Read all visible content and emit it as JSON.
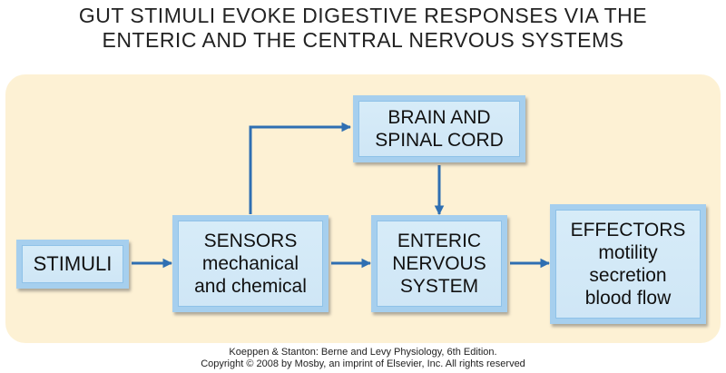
{
  "title": {
    "line1": "GUT STIMULI EVOKE DIGESTIVE RESPONSES VIA THE",
    "line2": "ENTERIC AND THE CENTRAL NERVOUS SYSTEMS"
  },
  "nodes": {
    "stimuli": {
      "line1": "STIMULI"
    },
    "sensors": {
      "line1": "SENSORS",
      "line2": "mechanical",
      "line3": "and chemical"
    },
    "brain": {
      "line1": "BRAIN AND",
      "line2": "SPINAL CORD"
    },
    "enteric": {
      "line1": "ENTERIC",
      "line2": "NERVOUS",
      "line3": "SYSTEM"
    },
    "effectors": {
      "line1": "EFFECTORS",
      "line2": "motility",
      "line3": "secretion",
      "line4": "blood flow"
    }
  },
  "credit": {
    "line1": "Koeppen & Stanton: Berne and Levy Physiology, 6th Edition.",
    "line2": "Copyright © 2008 by Mosby, an imprint of Elsevier, Inc. All rights reserved"
  },
  "colors": {
    "panel": "#fdf1d4",
    "box_fill": "#d7ecf8",
    "box_border": "#a6cfee",
    "arrow": "#2f6fb2"
  }
}
